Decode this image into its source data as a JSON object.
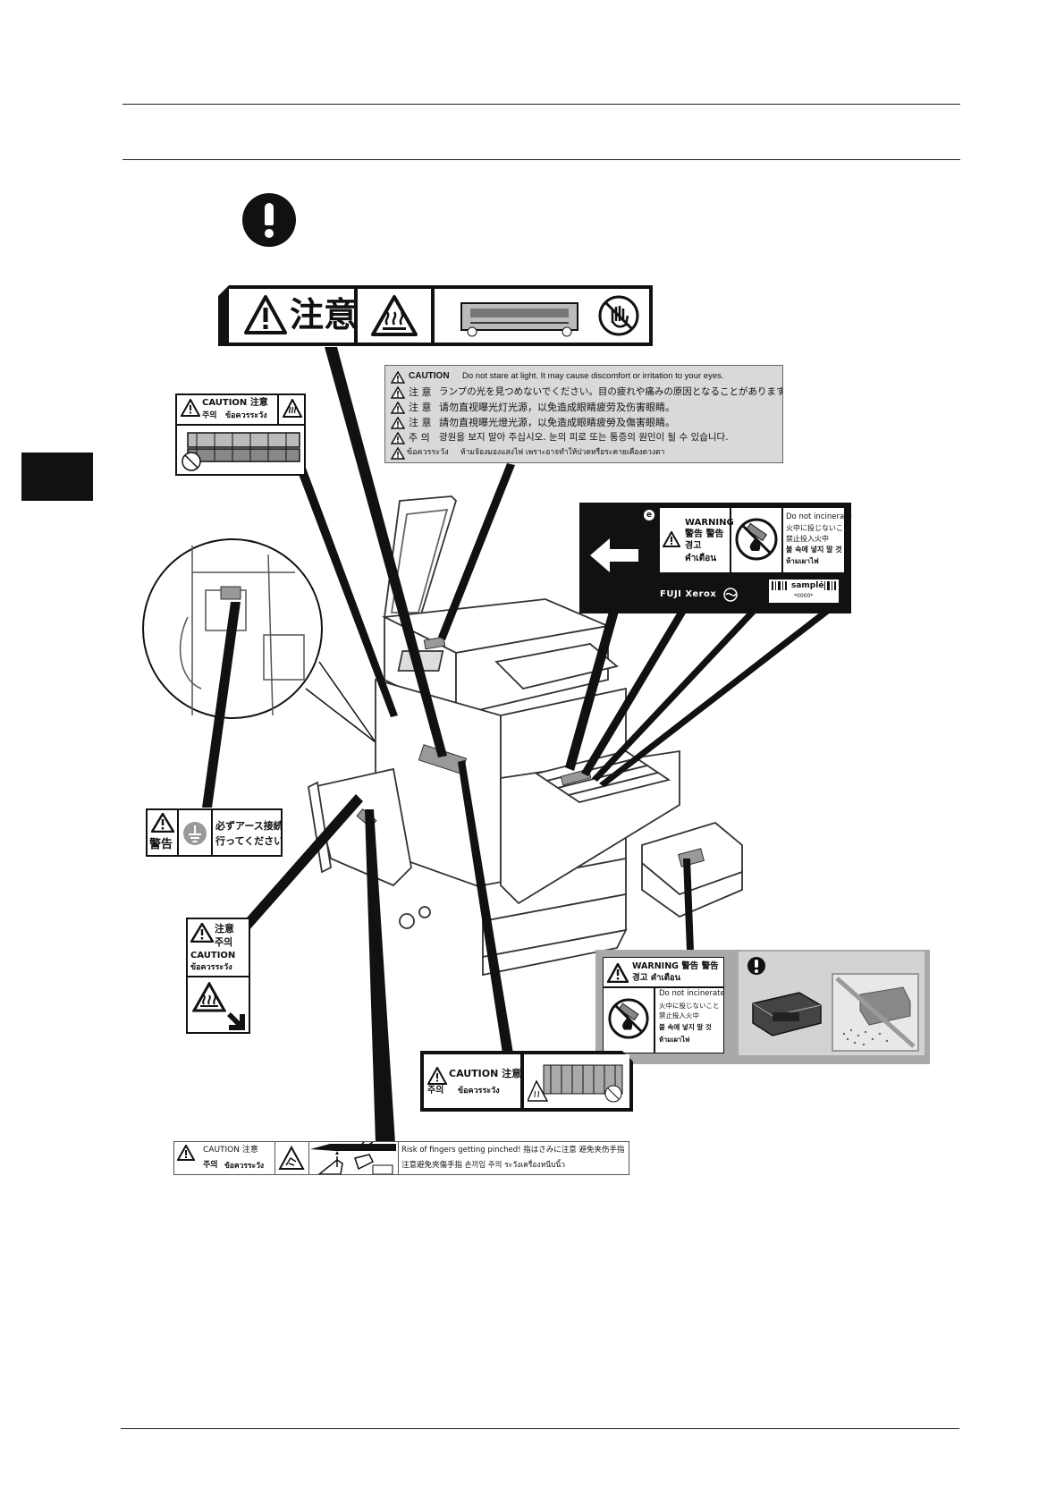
{
  "label_top_fuser": {
    "caution_jp": "注意"
  },
  "label_lamp": {
    "lines": [
      {
        "tag": "CAUTION",
        "text": "Do not stare at light. It may cause discomfort or irritation to your eyes."
      },
      {
        "tag": "注 意",
        "text": "ランプの光を見つめないでください。目の疲れや痛みの原因となることがあります。"
      },
      {
        "tag": "注 意",
        "text": "请勿直视曝光灯光源，以免造成眼睛疲劳及伤害眼睛。"
      },
      {
        "tag": "注 意",
        "text": "請勿直視曝光燈光源，以免造成眼睛疲勞及傷害眼睛。"
      },
      {
        "tag": "주 의",
        "text": "광원을 보지 말아 주십시오. 눈의 피로 또는 통증의 원인이 될 수 있습니다."
      },
      {
        "tag": "ข้อควรระวัง",
        "text": "ห้ามจ้องมองแสงไฟ เพราะอาจทำให้ปวดหรือระคายเคืองดวงตา"
      }
    ]
  },
  "label_left_fuser": {
    "l1": "CAUTION  注意",
    "l2": "주의",
    "l3": "ข้อควรระวัง"
  },
  "label_toner": {
    "warning": "WARNING",
    "cjk": "警告 警告",
    "ko": "경고",
    "th": "คำเตือน",
    "incinerate": [
      "Do not incinerate",
      "火中に投じないこと",
      "禁止投入火中",
      "불 속에 넣지 말 것",
      "ห้ามเผาไฟ"
    ],
    "brand": "FUJI Xerox",
    "sample": "sample",
    "sample_code": "*0000*"
  },
  "label_ground": {
    "warn": "警告",
    "text1": "必ずアース接続を",
    "text2": "行ってください。"
  },
  "label_hot_vertical": {
    "l1": "注意",
    "l2": "주의",
    "l3": "CAUTION",
    "l4": "ข้อควรระวัง"
  },
  "label_waste": {
    "warning": "WARNING  警告  警告",
    "ko_th": "경고  คำเตือน",
    "incinerate": [
      "Do not incinerate",
      "火中に投じないこと",
      "禁止投入火中",
      "불 속에 넣지 말 것",
      "ห้ามเผาไฟ"
    ]
  },
  "label_bottom_fuser": {
    "l1": "CAUTION 注意",
    "l2": "주의",
    "l3": "ข้อควรระวัง"
  },
  "label_pinch": {
    "left1": "CAUTION  注意",
    "left2": "주의",
    "left3": "ข้อควรระวัง",
    "right1": "Risk of fingers getting pinched!  指はさみに注意  避免夹伤手指",
    "right2": "注意避免夾傷手指   손끼임 주의   ระวังเครื่องหนีบนิ้ว"
  },
  "icons": [
    "mandatory-action-icon",
    "warning-triangle-icon",
    "hot-surface-icon",
    "no-touch-icon",
    "no-fire-icon",
    "ground-icon",
    "left-arrow-icon",
    "barcode-icon",
    "pinch-hazard-icon"
  ]
}
